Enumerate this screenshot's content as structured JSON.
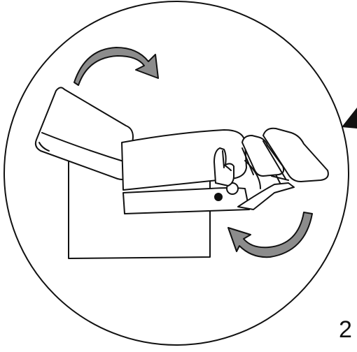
{
  "figure": {
    "step_number": "2",
    "depicted": [
      "recliner-chair",
      "backrest",
      "seat",
      "footrest",
      "side-lever",
      "hand",
      "rotation-arrows",
      "pointer-arrow"
    ],
    "colors": {
      "outline": "#111111",
      "arrow_fill": "#8c8c8c",
      "background": "#ffffff"
    }
  }
}
